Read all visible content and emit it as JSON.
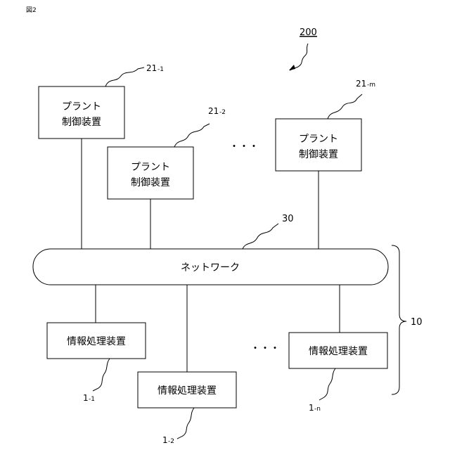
{
  "figure_label": "図2",
  "system_ref": "200",
  "network": {
    "label": "ネットワーク",
    "ref": "30"
  },
  "plant_controllers": [
    {
      "line1": "プラント",
      "line2": "制御装置",
      "ref_main": "21",
      "ref_sub": "-1"
    },
    {
      "line1": "プラント",
      "line2": "制御装置",
      "ref_main": "21",
      "ref_sub": "-2"
    },
    {
      "line1": "プラント",
      "line2": "制御装置",
      "ref_main": "21",
      "ref_sub": "-m"
    }
  ],
  "info_processors": [
    {
      "label": "情報処理装置",
      "ref_main": "1",
      "ref_sub": "-1"
    },
    {
      "label": "情報処理装置",
      "ref_main": "1",
      "ref_sub": "-2"
    },
    {
      "label": "情報処理装置",
      "ref_main": "1",
      "ref_sub": "-n"
    }
  ],
  "group_ref": "10",
  "ellipsis_top": "・・・",
  "ellipsis_bottom": "・・・"
}
